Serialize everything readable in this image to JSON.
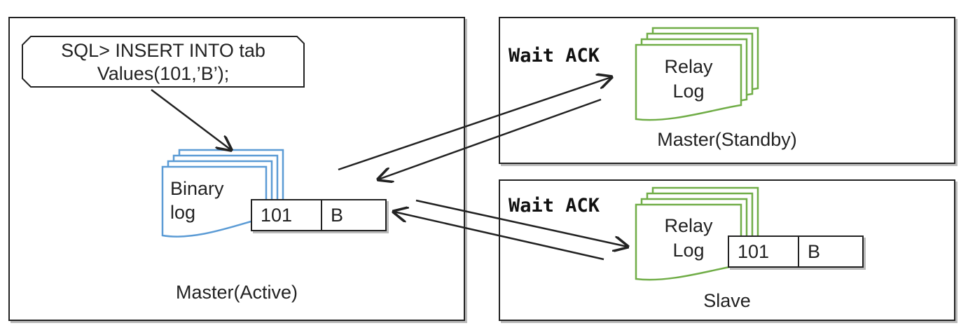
{
  "sql": {
    "line1": "SQL> INSERT INTO tab",
    "line2": "Values(101,’B’);"
  },
  "master_active": {
    "label": "Master(Active)",
    "binary_log": {
      "line1": "Binary",
      "line2": "log"
    },
    "row": {
      "id": "101",
      "value": "B"
    }
  },
  "master_standby": {
    "label": "Master(Standby)",
    "status": "Wait ACK",
    "relay_log": {
      "line1": "Relay",
      "line2": "Log"
    }
  },
  "slave": {
    "label": "Slave",
    "status": "Wait ACK",
    "relay_log": {
      "line1": "Relay",
      "line2": "Log"
    },
    "row": {
      "id": "101",
      "value": "B"
    }
  },
  "colors": {
    "binary_log": "#5b9bd5",
    "relay_log": "#70ad47",
    "stroke": "#222222"
  }
}
